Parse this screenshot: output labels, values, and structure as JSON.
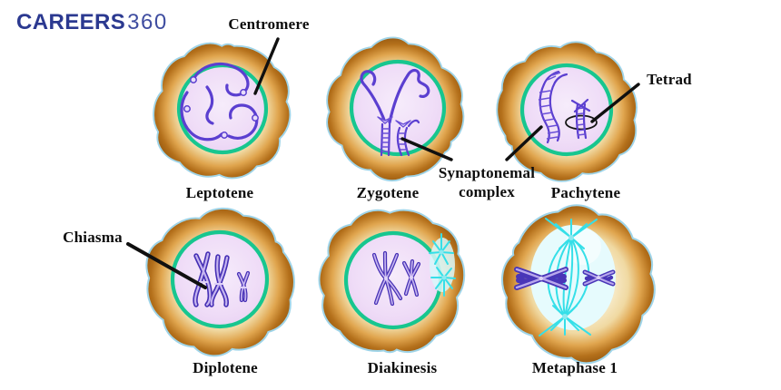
{
  "logo": {
    "brand": "CAREERS",
    "suffix": "360"
  },
  "stages": [
    {
      "name": "Leptotene"
    },
    {
      "name": "Zygotene"
    },
    {
      "name": "Pachytene"
    },
    {
      "name": "Diplotene"
    },
    {
      "name": "Diakinesis"
    },
    {
      "name": "Metaphase 1"
    }
  ],
  "annotations": {
    "centromere": {
      "label": "Centromere"
    },
    "synaptonemal_complex": {
      "label": "Synaptonemal complex"
    },
    "tetrad": {
      "label": "Tetrad"
    },
    "chiasma": {
      "label": "Chiasma"
    }
  },
  "colors": {
    "brand_blue": "#2b3990",
    "cytoplasm_brown": "#a9601c",
    "cytoplasm_cream": "#f8eed6",
    "cell_outline_blue": "#9fd4e8",
    "nuclear_envelope_green": "#17c68f",
    "nucleoplasm_lavender": "#efddf6",
    "chromosome_purple": "#5b3fd0",
    "spindle_cyan": "#35dfe8",
    "label_black": "#0d0d0d",
    "background": "#ffffff"
  }
}
